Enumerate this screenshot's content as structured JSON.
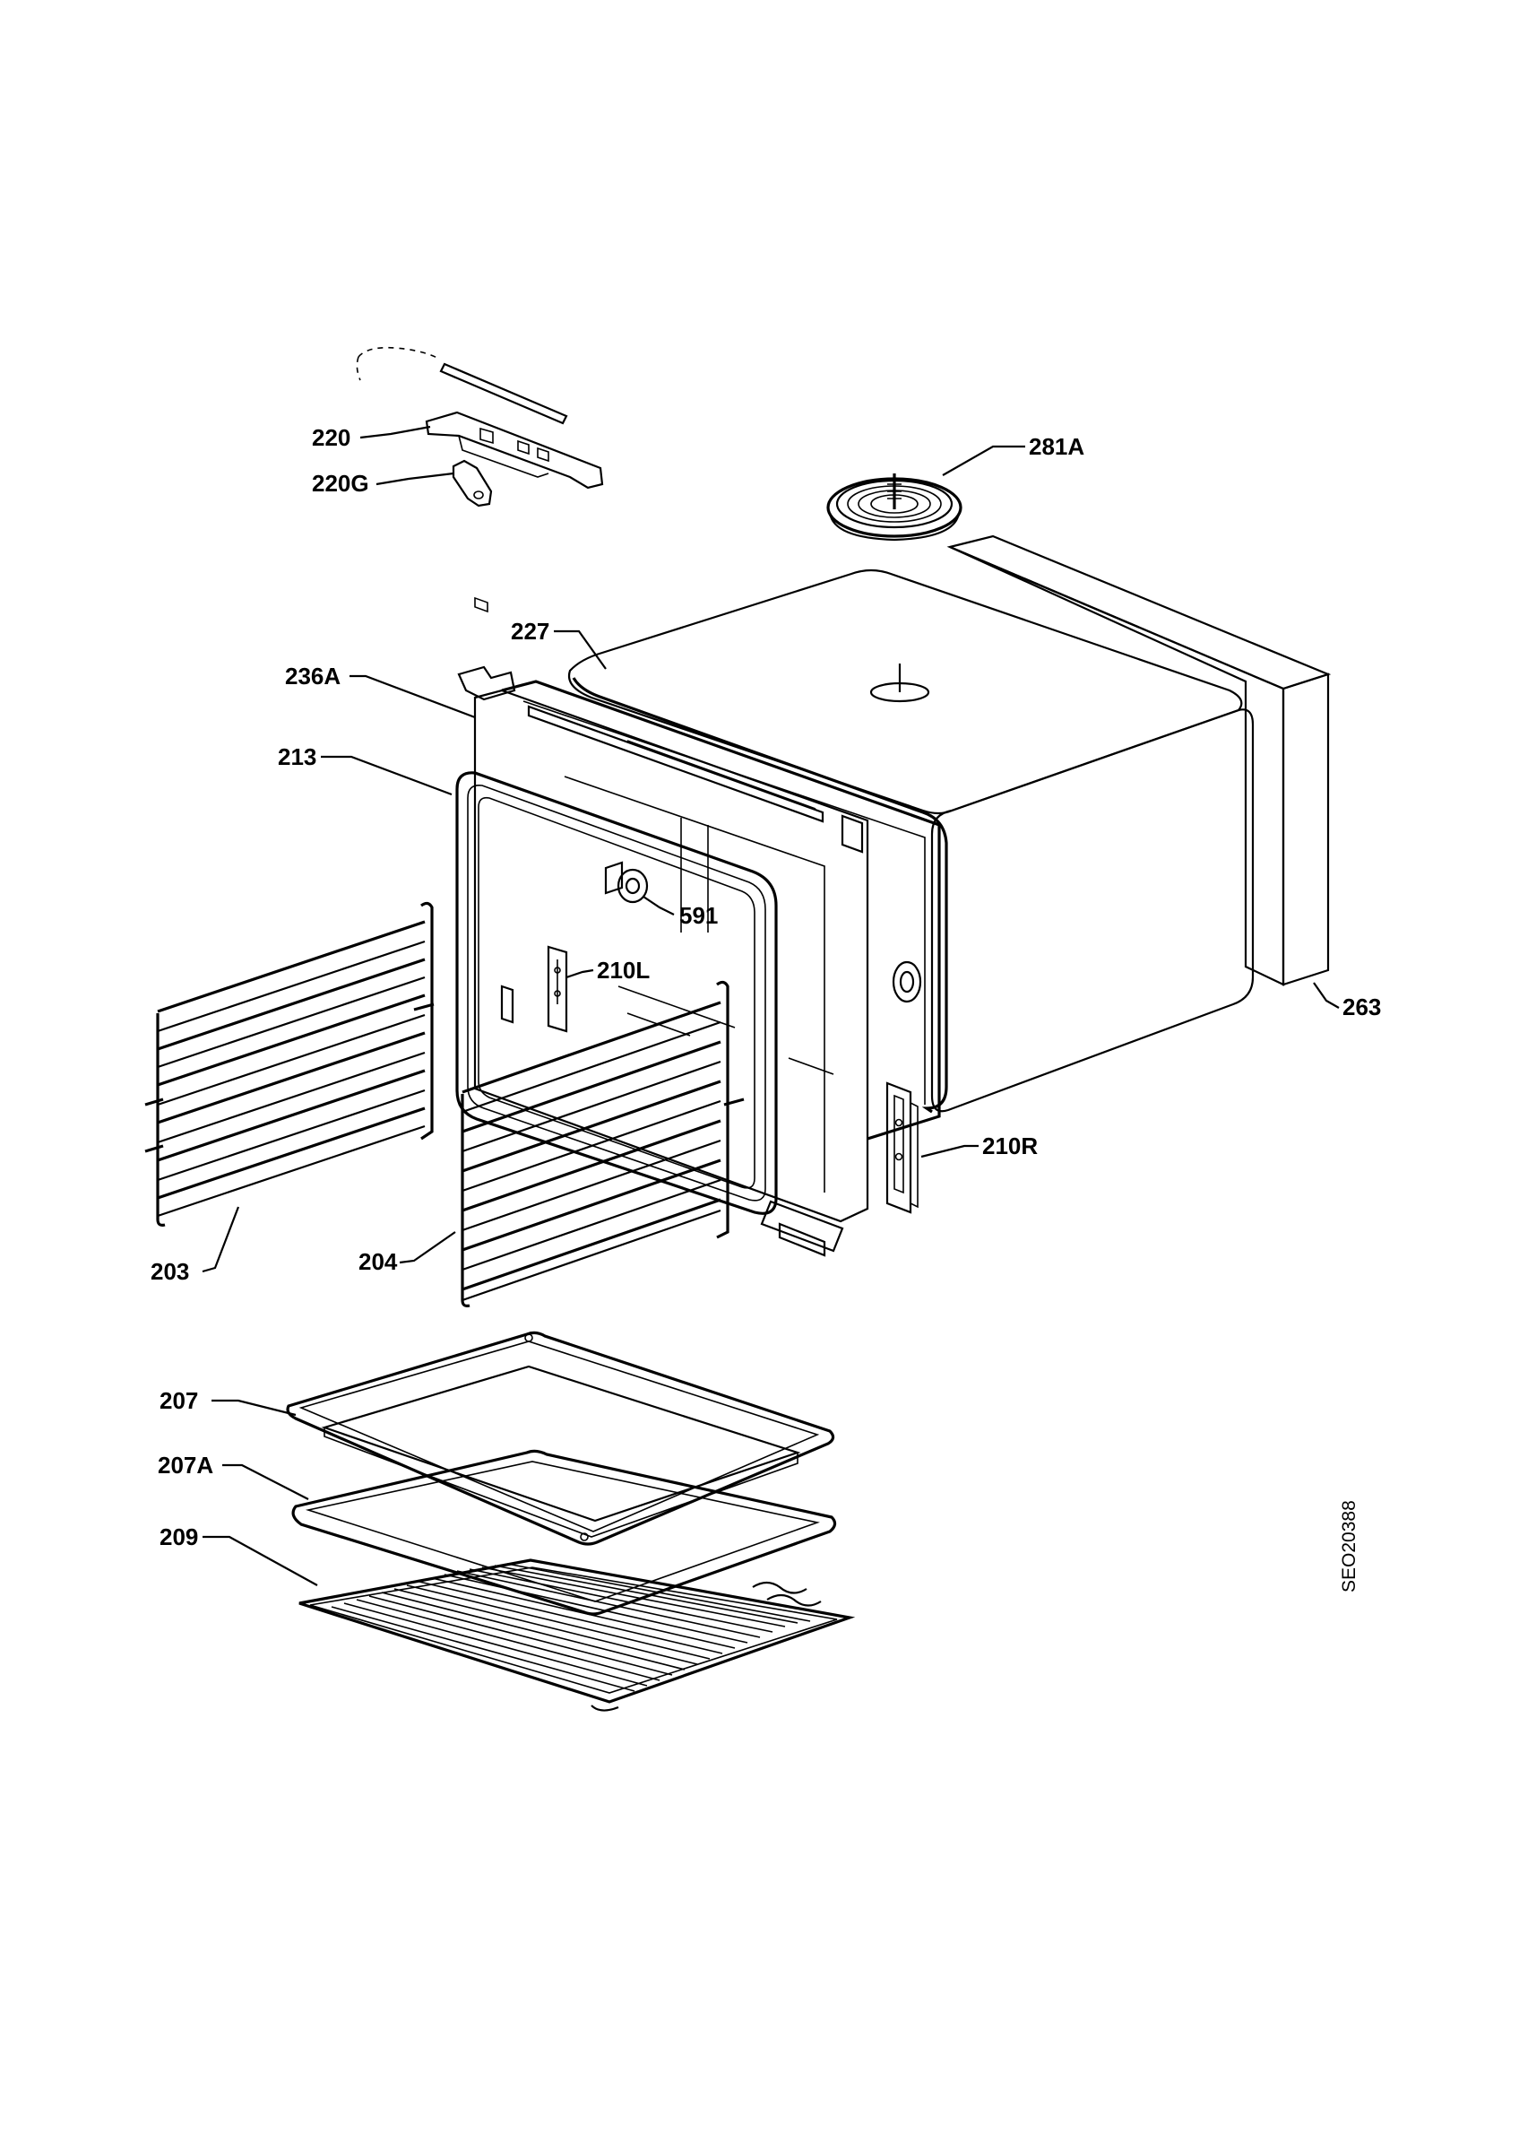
{
  "document_code": "SEO20388",
  "callouts": {
    "c220": "220",
    "c220G": "220G",
    "c281A": "281A",
    "c227": "227",
    "c236A": "236A",
    "c213": "213",
    "c591": "591",
    "c210L": "210L",
    "c263": "263",
    "c210R": "210R",
    "c203": "203",
    "c204": "204",
    "c207": "207",
    "c207A": "207A",
    "c209": "209"
  },
  "colors": {
    "line": "#000000",
    "speckle": "#b9b9b9",
    "background": "#ffffff"
  }
}
